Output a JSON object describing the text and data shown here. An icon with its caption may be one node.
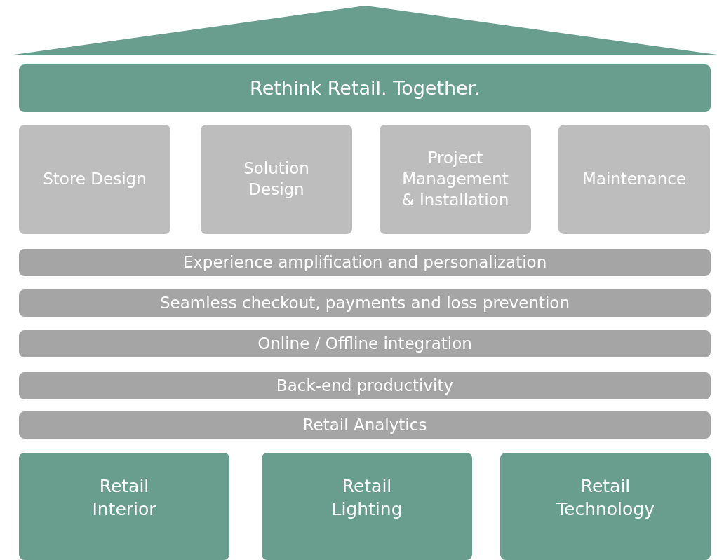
{
  "diagram": {
    "nodes": [
      {
        "text": [],
        "shape": "triangle"
      },
      {
        "text": [
          "Rethink Retail. Together."
        ]
      },
      {
        "text": [
          "Store Design"
        ]
      },
      {
        "text": [
          "Solution Design"
        ]
      },
      {
        "text": [
          "Project Management & Installation"
        ]
      },
      {
        "text": [
          "Maintenance"
        ]
      },
      {
        "text": [
          "Experience amplification and personalization"
        ]
      },
      {
        "text": [
          "Seamless checkout, payments and loss prevention"
        ]
      },
      {
        "text": [
          "Online / Offline integration"
        ]
      },
      {
        "text": [
          "Back-end productivity"
        ]
      },
      {
        "text": [
          "Retail Analytics"
        ]
      },
      {
        "text": [
          "Retail Interior"
        ]
      },
      {
        "text": [
          "Retail Lighting"
        ]
      },
      {
        "text": [
          "Retail Technology"
        ]
      }
    ]
  }
}
